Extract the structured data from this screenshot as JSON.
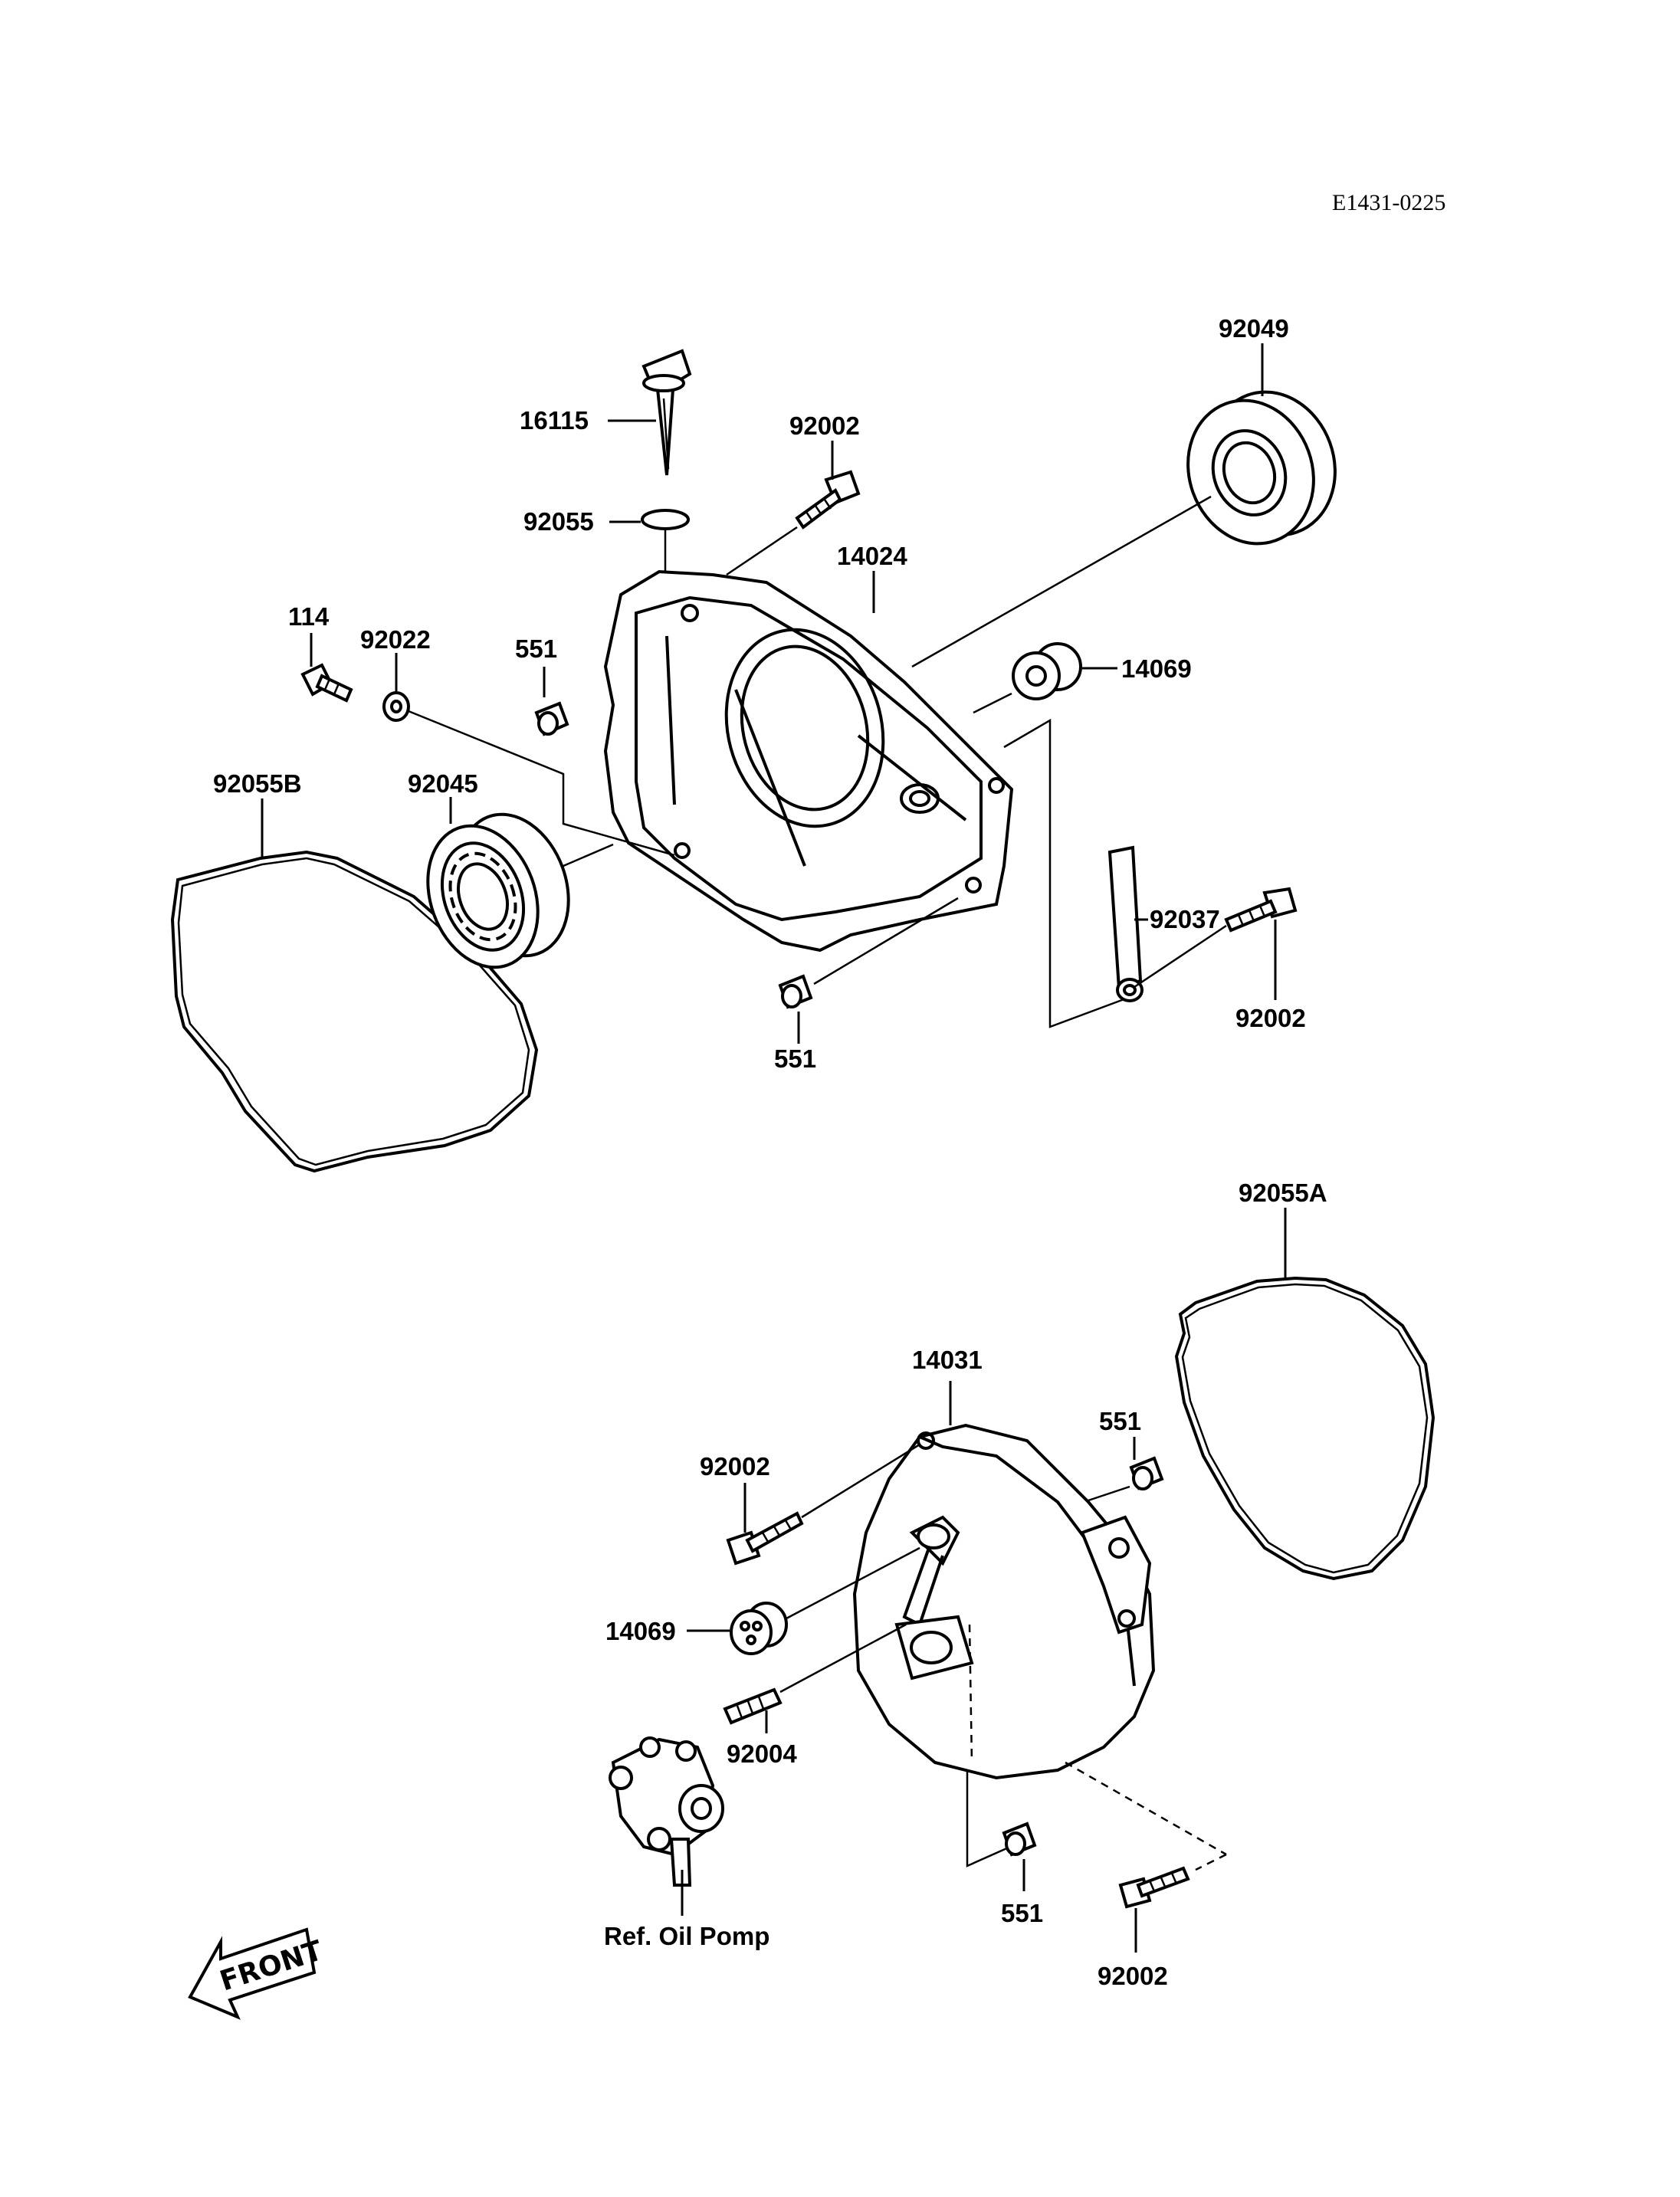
{
  "drawing_code": "E1431-0225",
  "front_arrow_label": "FRONT",
  "callouts": {
    "c16115": "16115",
    "c92002_top": "92002",
    "c92055": "92055",
    "c14024": "14024",
    "c92049": "92049",
    "c114": "114",
    "c92022": "92022",
    "c551_a": "551",
    "c14069_a": "14069",
    "c92055B": "92055B",
    "c92045": "92045",
    "c92037": "92037",
    "c92002_right": "92002",
    "c551_b": "551",
    "c92055A": "92055A",
    "c14031": "14031",
    "c551_c": "551",
    "c92002_mid": "92002",
    "c14069_b": "14069",
    "c92004": "92004",
    "ref_oil_pump": "Ref. Oil Pomp",
    "c551_d": "551",
    "c92002_bottom": "92002"
  }
}
